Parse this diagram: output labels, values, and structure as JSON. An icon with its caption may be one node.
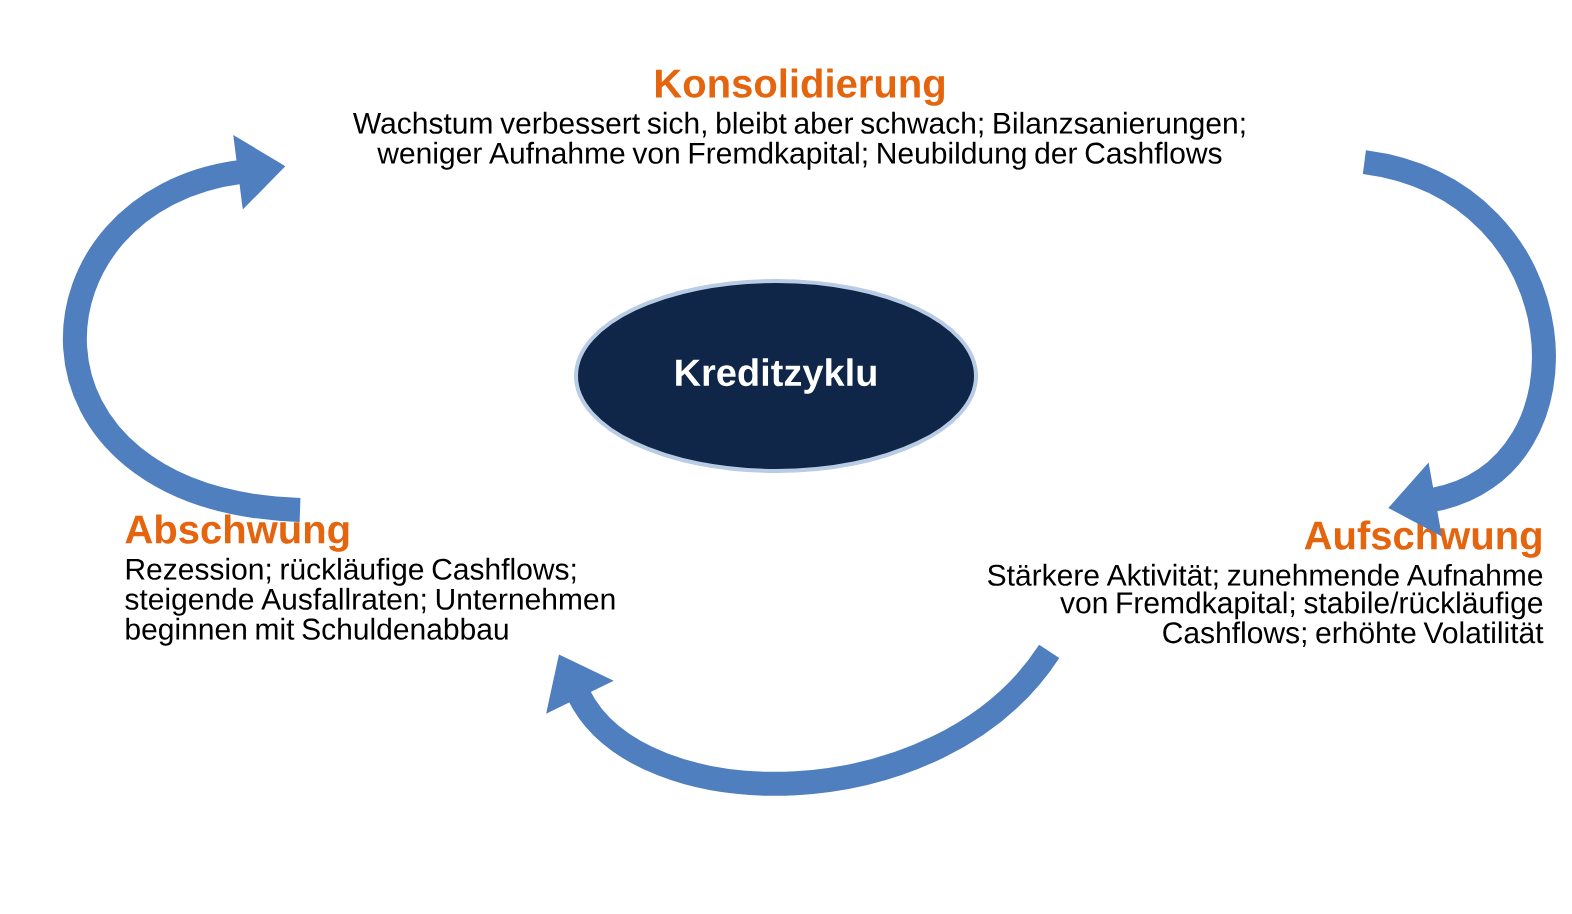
{
  "diagram": {
    "nodes": [
      {
        "text": [
          "Konsolidierung",
          "Wachstum verbessert sich, bleibt aber schwach; Bilanzsanierungen; weniger Aufnahme von Fremdkapital; Neubildung der Cashflows"
        ]
      },
      {
        "text": [
          "Kreditzyklu"
        ]
      },
      {
        "text": [
          "Abschwung",
          "Rezession; rückläufige Cashflows; steigende Ausfallraten; Unternehmen beginnen mit Schuldenabbau"
        ]
      },
      {
        "text": [
          "Aufschwung",
          "Stärkere Aktivität; zunehmende Aufnahme von Fremdkapital; stabile/rückläufige Cashflows; erhöhte Volatilität"
        ]
      }
    ],
    "edges": [
      {
        "from": 0,
        "to": 3,
        "arrow": "to"
      },
      {
        "from": 3,
        "to": 2,
        "arrow": "to"
      },
      {
        "from": 2,
        "to": 0,
        "arrow": "to"
      }
    ]
  }
}
